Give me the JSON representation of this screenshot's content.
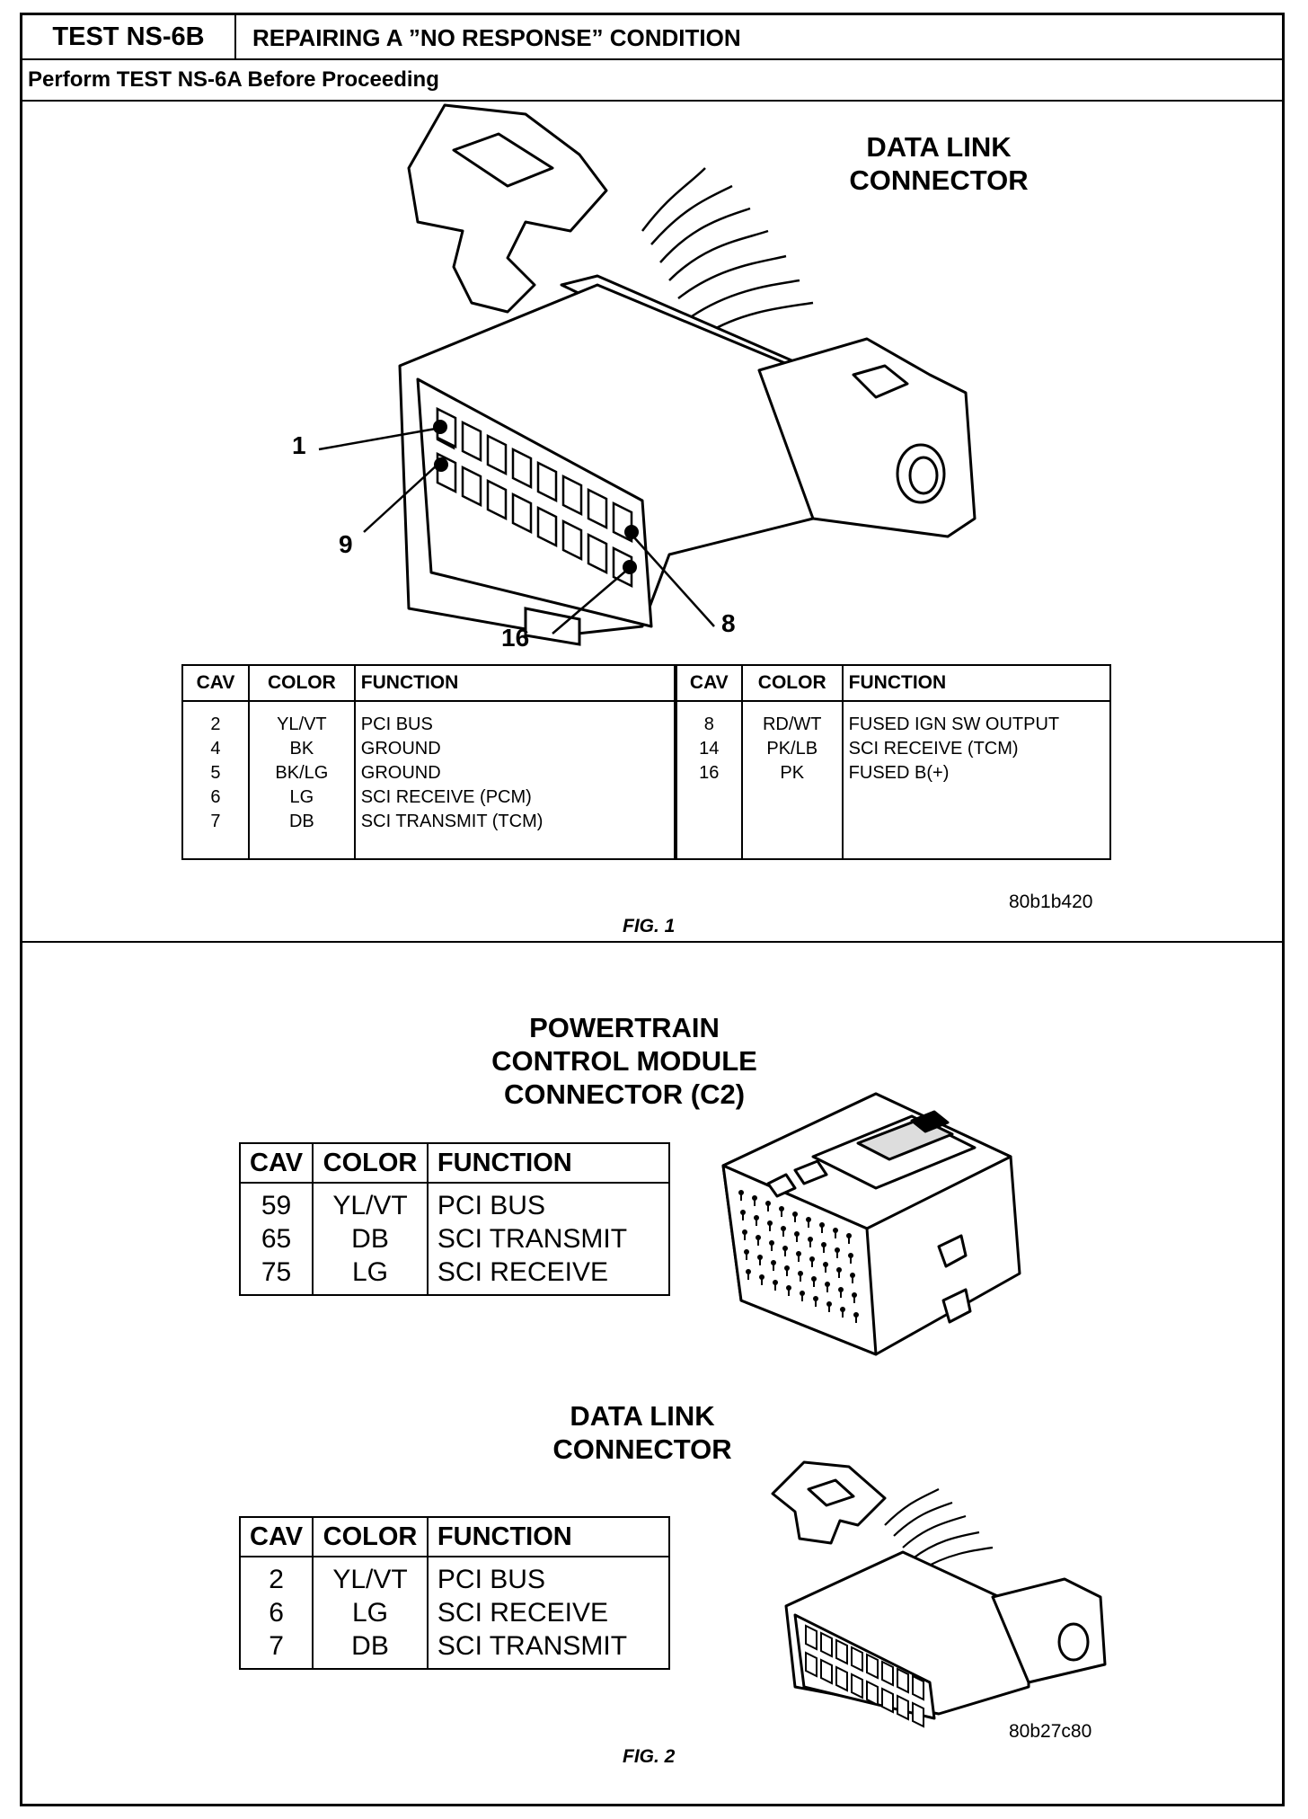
{
  "header": {
    "test_id": "TEST NS-6B",
    "title": "REPAIRING A ”NO RESPONSE” CONDITION",
    "subtitle": "Perform TEST NS-6A Before Proceeding"
  },
  "fig1": {
    "title_lines": [
      "DATA LINK",
      "CONNECTOR"
    ],
    "callouts": [
      "1",
      "9",
      "16",
      "8"
    ],
    "headers": [
      "CAV",
      "COLOR",
      "FUNCTION",
      "CAV",
      "COLOR",
      "FUNCTION"
    ],
    "left_rows": [
      {
        "cav": "2",
        "color": "YL/VT",
        "function": "PCI BUS"
      },
      {
        "cav": "4",
        "color": "BK",
        "function": "GROUND"
      },
      {
        "cav": "5",
        "color": "BK/LG",
        "function": "GROUND"
      },
      {
        "cav": "6",
        "color": "LG",
        "function": "SCI RECEIVE (PCM)"
      },
      {
        "cav": "7",
        "color": "DB",
        "function": "SCI TRANSMIT (TCM)"
      }
    ],
    "right_rows": [
      {
        "cav": "8",
        "color": "RD/WT",
        "function": "FUSED IGN SW OUTPUT"
      },
      {
        "cav": "14",
        "color": "PK/LB",
        "function": "SCI RECEIVE (TCM)"
      },
      {
        "cav": "16",
        "color": "PK",
        "function": "FUSED B(+)"
      }
    ],
    "image_id": "80b1b420",
    "caption": "FIG. 1"
  },
  "fig2": {
    "pcm_title_lines": [
      "POWERTRAIN",
      "CONTROL MODULE",
      "CONNECTOR (C2)"
    ],
    "pcm_headers": [
      "CAV",
      "COLOR",
      "FUNCTION"
    ],
    "pcm_rows": [
      {
        "cav": "59",
        "color": "YL/VT",
        "function": "PCI BUS"
      },
      {
        "cav": "65",
        "color": "DB",
        "function": "SCI TRANSMIT"
      },
      {
        "cav": "75",
        "color": "LG",
        "function": "SCI RECEIVE"
      }
    ],
    "dlc_title_lines": [
      "DATA LINK",
      "CONNECTOR"
    ],
    "dlc_headers": [
      "CAV",
      "COLOR",
      "FUNCTION"
    ],
    "dlc_rows": [
      {
        "cav": "2",
        "color": "YL/VT",
        "function": "PCI BUS"
      },
      {
        "cav": "6",
        "color": "LG",
        "function": "SCI RECEIVE"
      },
      {
        "cav": "7",
        "color": "DB",
        "function": "SCI TRANSMIT"
      }
    ],
    "image_id": "80b27c80",
    "caption": "FIG. 2"
  }
}
